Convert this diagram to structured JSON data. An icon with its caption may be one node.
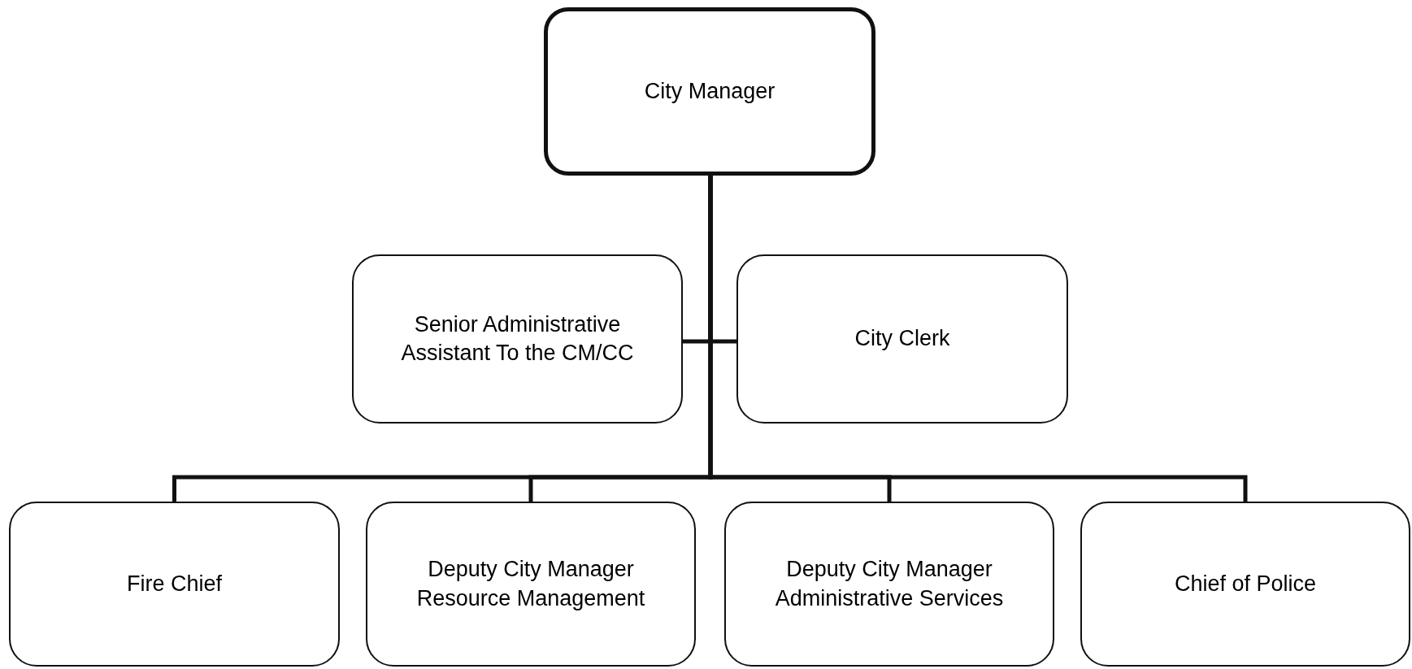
{
  "diagram": {
    "nodes": [
      {
        "text": [
          "City Manager"
        ]
      },
      {
        "text": [
          "Senior Administrative Assistant To the CM/CC"
        ]
      },
      {
        "text": [
          "City Clerk"
        ]
      },
      {
        "text": [
          "Fire Chief"
        ]
      },
      {
        "text": [
          "Deputy City Manager Resource Management"
        ]
      },
      {
        "text": [
          "Deputy City Manager Administrative Services"
        ]
      },
      {
        "text": [
          "Chief of Police"
        ]
      }
    ],
    "edges": [
      {
        "from": 0,
        "to": 1,
        "arrow": "none"
      },
      {
        "from": 0,
        "to": 2,
        "arrow": "none"
      },
      {
        "from": 0,
        "to": 3,
        "arrow": "none"
      },
      {
        "from": 0,
        "to": 4,
        "arrow": "none"
      },
      {
        "from": 0,
        "to": 5,
        "arrow": "none"
      },
      {
        "from": 0,
        "to": 6,
        "arrow": "none"
      }
    ]
  }
}
